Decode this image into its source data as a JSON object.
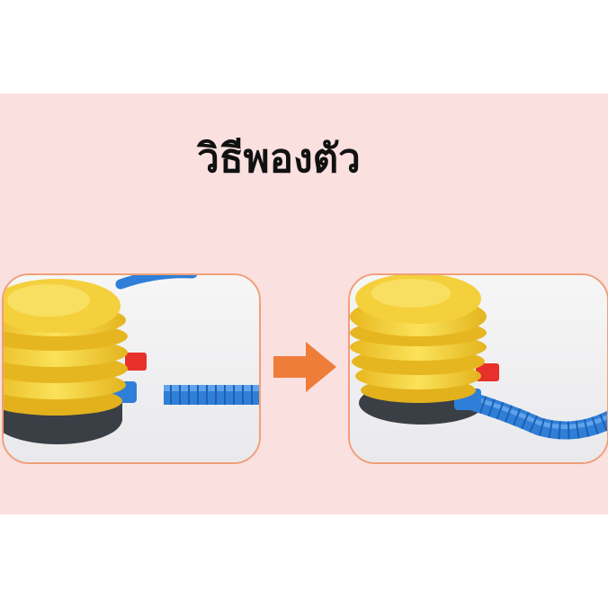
{
  "title": "วิธีพองตัว",
  "colors": {
    "background": "#fbe0e0",
    "frame_border": "#f0a078",
    "arrow": "#ef7d3a",
    "pump_yellow": "#f3d23a",
    "hose_blue": "#2f7fd8",
    "valve_red": "#e8302a"
  },
  "panels": [
    {
      "name": "before",
      "icon": "pump-hose-disconnected"
    },
    {
      "name": "after",
      "icon": "pump-hose-connected"
    }
  ],
  "arrow_icon": "right-arrow"
}
